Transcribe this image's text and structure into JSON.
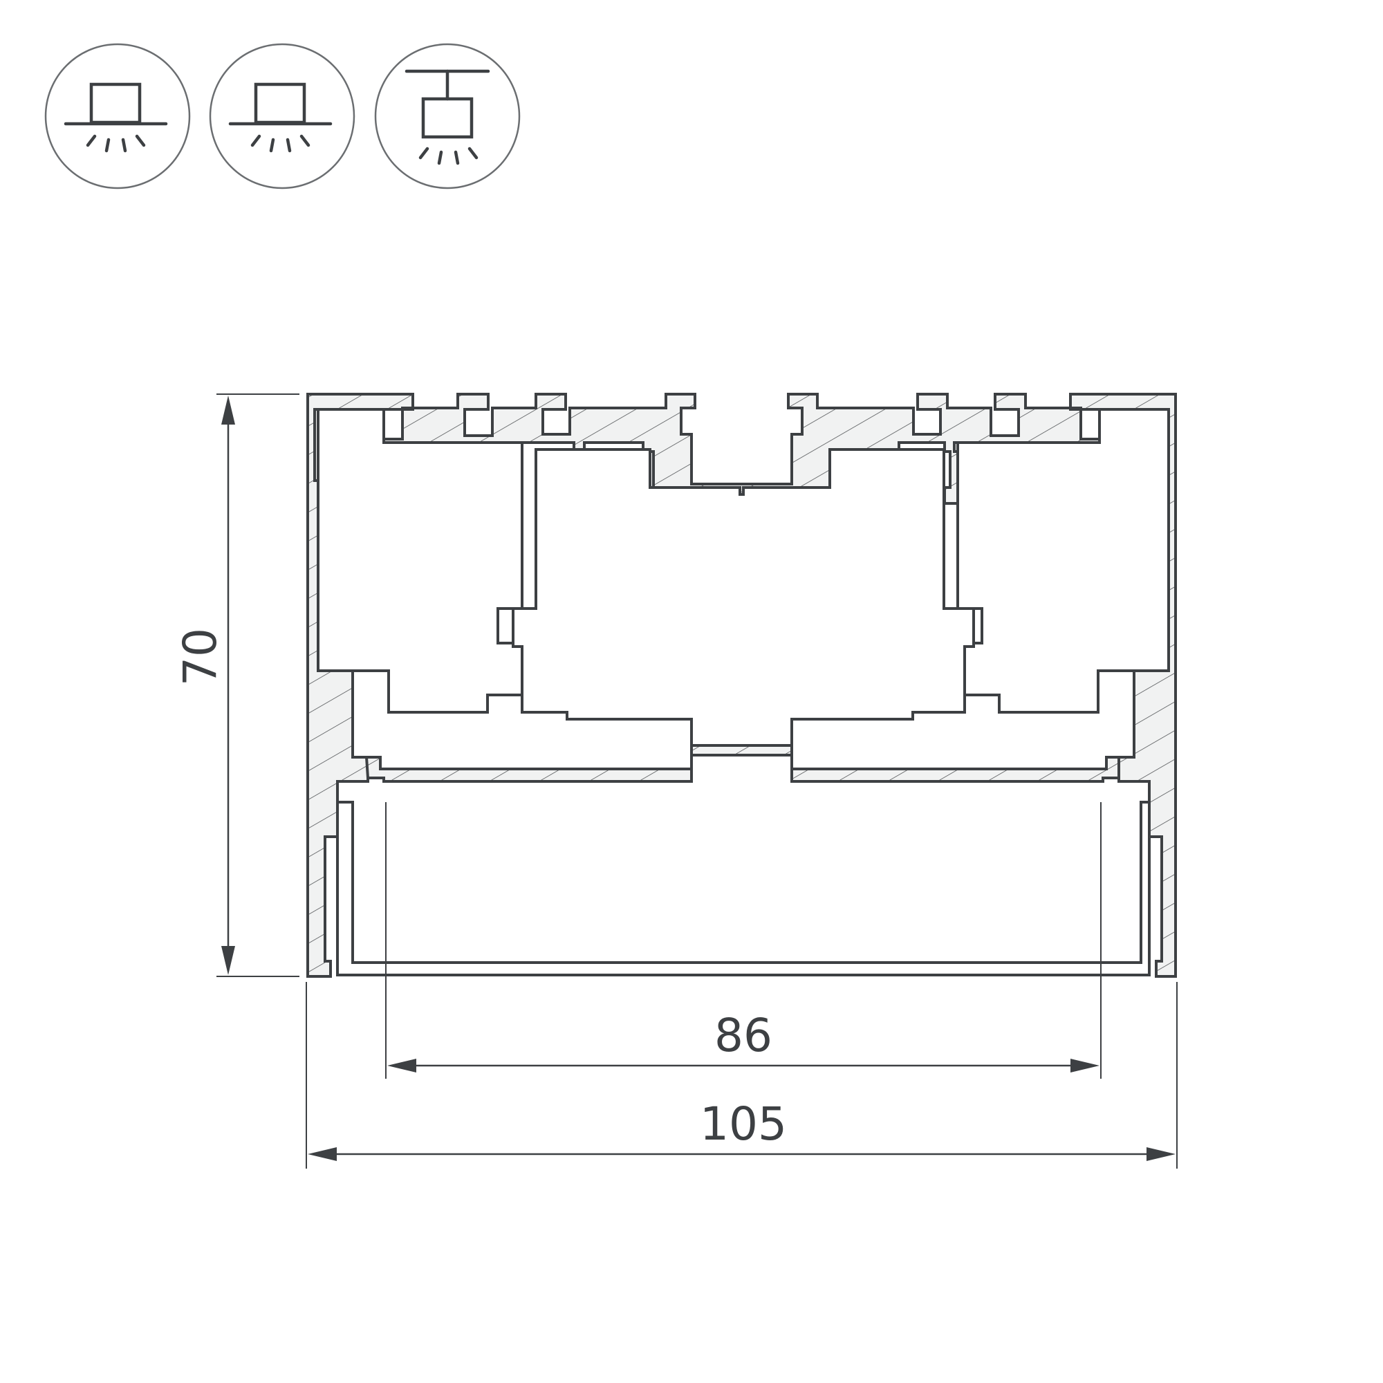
{
  "mounting_icons": [
    {
      "name": "surface-mount-icon"
    },
    {
      "name": "recessed-mount-icon"
    },
    {
      "name": "suspended-mount-icon"
    }
  ],
  "dimensions": {
    "height": "70",
    "inner_width": "86",
    "outer_width": "105"
  },
  "colors": {
    "line": "#3d4043",
    "profile_fill": "#f1f2f2"
  }
}
